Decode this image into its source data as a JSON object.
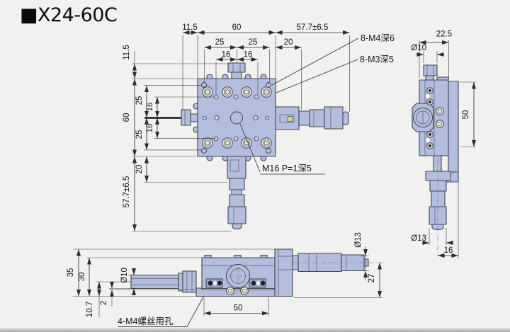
{
  "title": "■X24-60C",
  "product_code": "X24-60C",
  "colors": {
    "background": "#f1f1ef",
    "body_fill": "#b3bede",
    "outline": "#45454f",
    "dimension_line": "#2e2e2e",
    "screw_center": "#eff0cd",
    "detail_green": "#ccd89c"
  },
  "callouts": {
    "m4_holes": "8-M4深6",
    "m3_holes": "8-M3深5",
    "center_thread": "M16 P=1深5",
    "mount_holes": "4-M4螺丝用孔"
  },
  "dims": {
    "top": {
      "offset_left": "11.5",
      "body_w": "60",
      "mic_right": "57.7±6.5",
      "p25a": "25",
      "p25b": "25",
      "p20h": "20",
      "p16a": "16",
      "p16b": "16",
      "offset_top": "11.5",
      "p25c": "25",
      "p25d": "25",
      "p16c": "16",
      "p16d": "16",
      "body_h": "60",
      "p20v": "20",
      "mic_down": "57.7±6.5"
    },
    "side": {
      "w22_5": "22.5",
      "d10": "Ø10",
      "h50": "50",
      "d13": "Ø13",
      "w16": "16"
    },
    "front": {
      "h35": "35",
      "h30": "30",
      "d10": "Ø10",
      "h10_7": "10.7",
      "h2": "2",
      "w50": "50",
      "d13": "Ø13",
      "h27": "27"
    }
  }
}
